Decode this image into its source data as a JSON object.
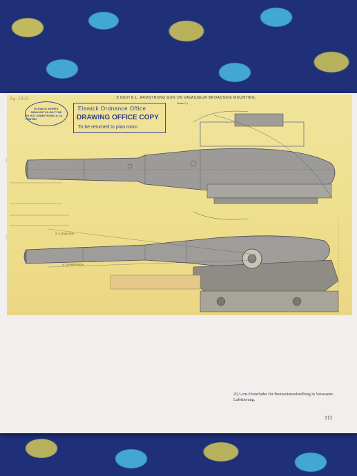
{
  "plate": {
    "title": "8 INCH B.L. ARMSTRONG GUN ON VAVASSEUR BROADSIDE MOUNTING.",
    "scale_label": "Scale ¹⁄₂₄",
    "handwritten_note": "Ag. 1931",
    "stamp_lines": [
      "ELSWICK WORKS",
      "NEWCASTLE-ON-TYNE",
      "Sir W.G. ARMSTRONG & Co. LIMITED"
    ],
    "office_box": {
      "line1": "Elswick Ordnance Office",
      "line2": "DRAWING OFFICE COPY",
      "line3": "To be returned to plan room."
    },
    "annotation_elevation": "5° ELEVATION",
    "annotation_depression": "5° DEPRESSION"
  },
  "caption": "20,3-cm-Hinterlader für Breitseitenaufstellung in Vavasseur-Lafettierung.",
  "page_number": "111",
  "colors": {
    "plate_background": "#efe08f",
    "gun_fill": "#9a9a9a",
    "page": "#f1efed",
    "blanket": "#1f2f78",
    "ink": "#3a4a8c"
  }
}
